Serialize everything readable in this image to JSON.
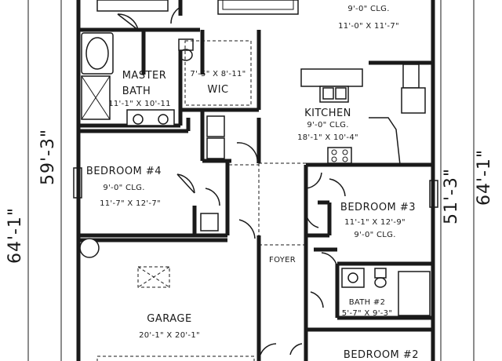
{
  "rooms": {
    "top_right": {
      "ceiling": "9'-0\" CLG.",
      "size": "11'-0\" X 11'-7\""
    },
    "master_bath": {
      "line1": "MASTER",
      "line2": "BATH",
      "size": "11'-1\" X 10'-11"
    },
    "wic": {
      "size": "7'-5\" X 8'-11\"",
      "name": "WIC"
    },
    "kitchen": {
      "name": "KITCHEN",
      "ceiling": "9'-0\" CLG.",
      "size": "18'-1\" X 10'-4\""
    },
    "bedroom4": {
      "name": "BEDROOM #4",
      "ceiling": "9'-0\" CLG.",
      "size": "11'-7\" X 12'-7\""
    },
    "bedroom3": {
      "name": "BEDROOM #3",
      "size": "11'-1\" X 12'-9\"",
      "ceiling": "9'-0\" CLG."
    },
    "foyer": {
      "name": "FOYER"
    },
    "bath2": {
      "name": "BATH #2",
      "size": "5'-7\" X 9'-3\""
    },
    "garage": {
      "name": "GARAGE",
      "size": "20'-1\" X 20'-1\""
    },
    "bedroom2": {
      "name": "BEDROOM #2"
    }
  },
  "dimensions": {
    "left_outer": "64'-1\"",
    "left_inner": "59'-3\"",
    "right_inner": "51'-3\"",
    "right_outer": "64'-1\""
  }
}
